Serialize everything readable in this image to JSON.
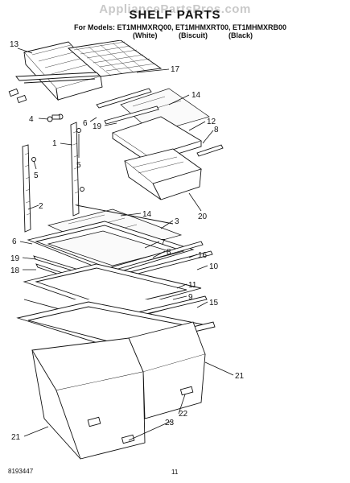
{
  "header": {
    "watermark": "AppliancePartsPros.com",
    "title": "SHELF PARTS",
    "models_line": "For Models: ET1MHMXRQ00, ET1MHMXRT00, ET1MHMXRB00",
    "variants": [
      "(White)",
      "(Biscuit)",
      "(Black)"
    ]
  },
  "callouts": {
    "c13": "13",
    "c17": "17",
    "c14a": "14",
    "c4": "4",
    "c19a": "19",
    "c6a": "6",
    "c12": "12",
    "c8a": "8",
    "c1": "1",
    "c5a": "5",
    "c5b": "5",
    "c20": "20",
    "c2": "2",
    "c14b": "14",
    "c3": "3",
    "c6b": "6",
    "c7": "7",
    "c8b": "8",
    "c16": "16",
    "c19b": "19",
    "c18": "18",
    "c10": "10",
    "c11": "11",
    "c9": "9",
    "c15": "15",
    "c21a": "21",
    "c22": "22",
    "c23": "23",
    "c21b": "21"
  },
  "footer": {
    "doc_number": "8193447",
    "page_number": "11"
  }
}
